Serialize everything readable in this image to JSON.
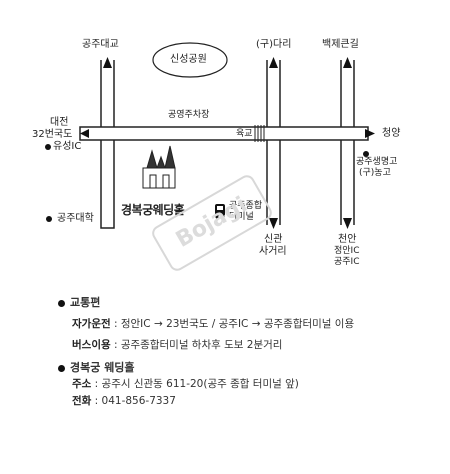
{
  "map": {
    "labels": {
      "gongju_bridge": "공주대교",
      "sinseong_park": "신성공원",
      "gu_bridge": "(구)다리",
      "baekje_road": "백제큰길",
      "daejeon": "대전",
      "route32_ic": "32번국도",
      "yuseong_ic": "유성IC",
      "parking": "공영주차장",
      "overpass": "육교",
      "cheongyang": "청양",
      "saengmyeong": "공주생명고",
      "old_agri": "(구)농고",
      "venue": "경복궁웨딩홀",
      "terminal_1": "공주종합",
      "terminal_2": "터미널",
      "university": "공주대학",
      "singwan": "신관",
      "intersection": "사거리",
      "cheonan": "천안",
      "jeongan_ic": "정안IC",
      "gongju_ic": "공주IC"
    },
    "watermark": "Bojagi"
  },
  "info": {
    "transport_title": "교통편",
    "car_label": "자가운전",
    "car_text": " : 정안IC → 23번국도 / 공주IC → 공주종합터미널 이용",
    "bus_label": "버스이용",
    "bus_text": " : 공주종합터미널 하차후 도보 2분거리",
    "venue_title": "경복궁 웨딩홀",
    "address_label": "주소",
    "address_text": " : 공주시 신관동 611-20(공주 종합 터미널 앞)",
    "phone_label": "전화",
    "phone_text": " : 041-856-7337"
  },
  "colors": {
    "road_outline": "#222222",
    "road_fill": "#ffffff"
  }
}
